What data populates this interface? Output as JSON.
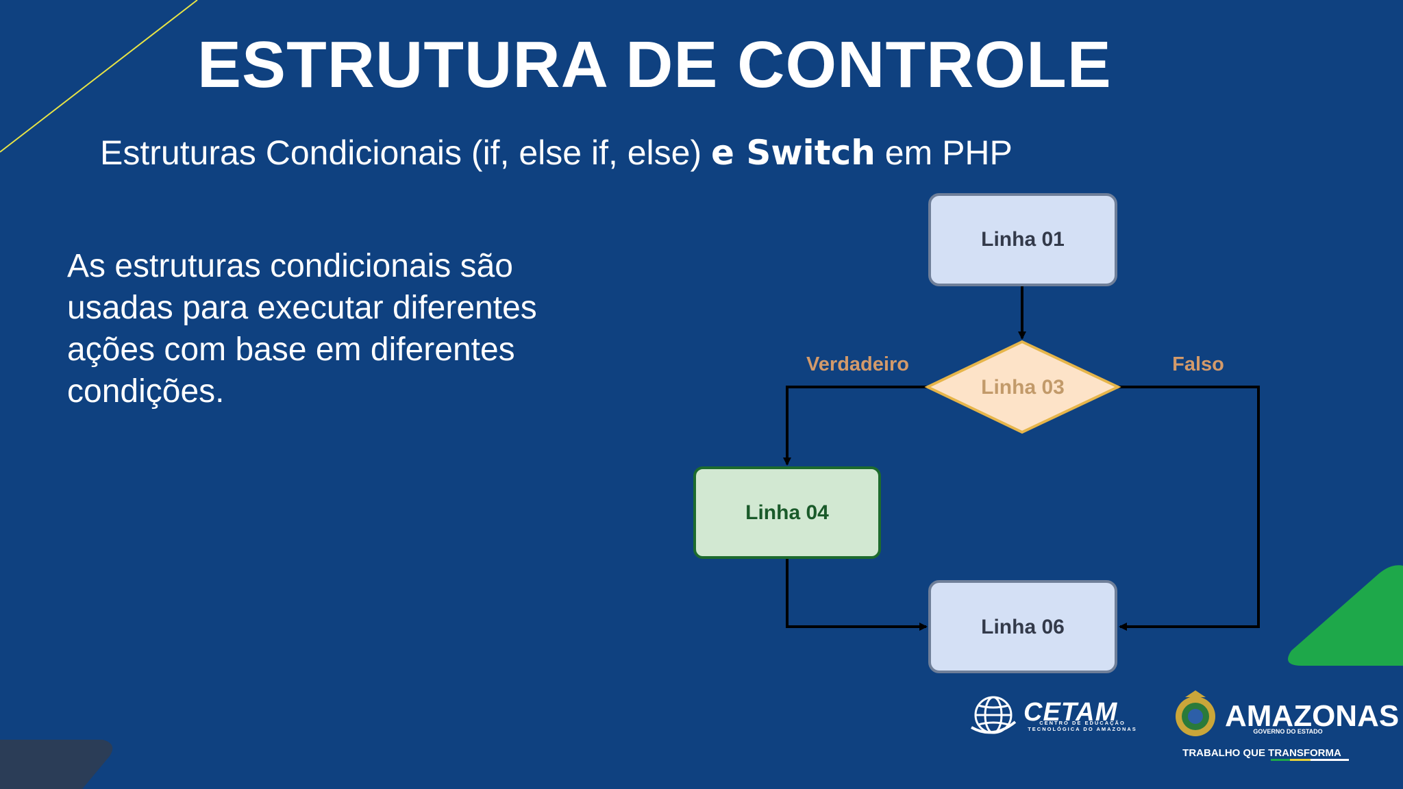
{
  "slide": {
    "title": "ESTRUTURA DE CONTROLE",
    "subtitle_part1": "Estruturas Condicionais (if, else if, else) ",
    "subtitle_bold": "e Switch",
    "subtitle_part2": " em PHP",
    "body": "As estruturas condicionais são usadas para executar diferentes ações com base em diferentes condições."
  },
  "flowchart": {
    "nodes": {
      "n1": {
        "label": "Linha 01",
        "shape": "rounded-rect"
      },
      "n3": {
        "label": "Linha 03",
        "shape": "diamond"
      },
      "n4": {
        "label": "Linha 04",
        "shape": "rounded-rect"
      },
      "n6": {
        "label": "Linha 06",
        "shape": "rounded-rect"
      }
    },
    "edge_labels": {
      "true": "Verdadeiro",
      "false": "Falso"
    }
  },
  "logos": {
    "cetam": {
      "name": "CETAM",
      "line1": "CENTRO DE EDUCAÇÃO",
      "line2": "TECNOLÓGICA DO AMAZONAS"
    },
    "amazonas": {
      "name": "AMAZONAS",
      "tag": "GOVERNO DO ESTADO",
      "slogan": "TRABALHO QUE TRANSFORMA"
    }
  },
  "colors": {
    "background": "#0f4180",
    "box_fill": "#d4e0f5",
    "decision_fill": "#fde3c8",
    "decision_stroke": "#e6b54a",
    "green_box_fill": "#d2e8d2",
    "green_box_stroke": "#1d6b2e",
    "edge_label": "#d39a6a",
    "accent_green": "#1ea84a"
  }
}
